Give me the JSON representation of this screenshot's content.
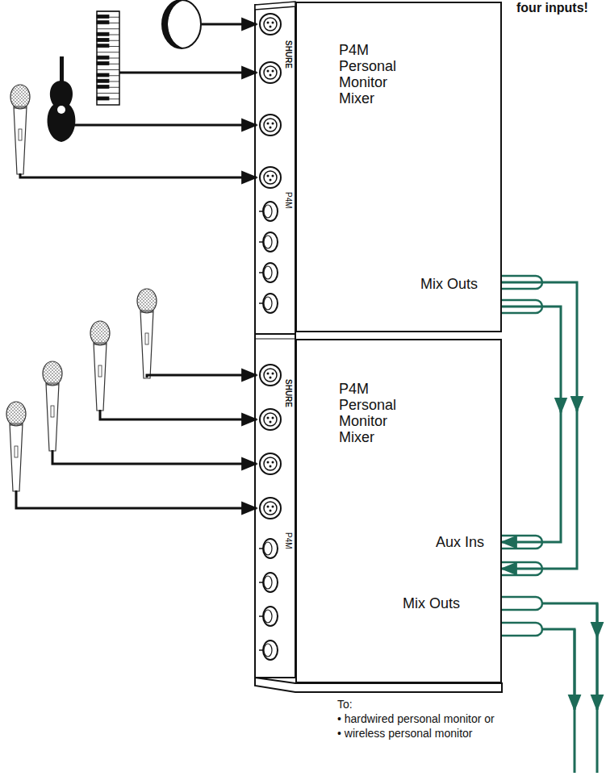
{
  "diagram": {
    "nodes": [
      {
        "text": [
          "P4M Personal Monitor Mixer",
          "Mix Outs"
        ]
      },
      {
        "text": [
          "P4M Personal Monitor Mixer",
          "Aux Ins",
          "Mix Outs"
        ]
      }
    ],
    "edges": [
      {
        "from": 0,
        "to": 1,
        "arrow": "to"
      },
      {
        "from": 0,
        "to": 1,
        "arrow": "to"
      }
    ],
    "labels": [
      "four inputs!",
      "SHURE",
      "P4M",
      "SHURE",
      "P4M",
      "To:",
      "• hardwired personal monitor or",
      "• wireless personal monitor"
    ]
  }
}
